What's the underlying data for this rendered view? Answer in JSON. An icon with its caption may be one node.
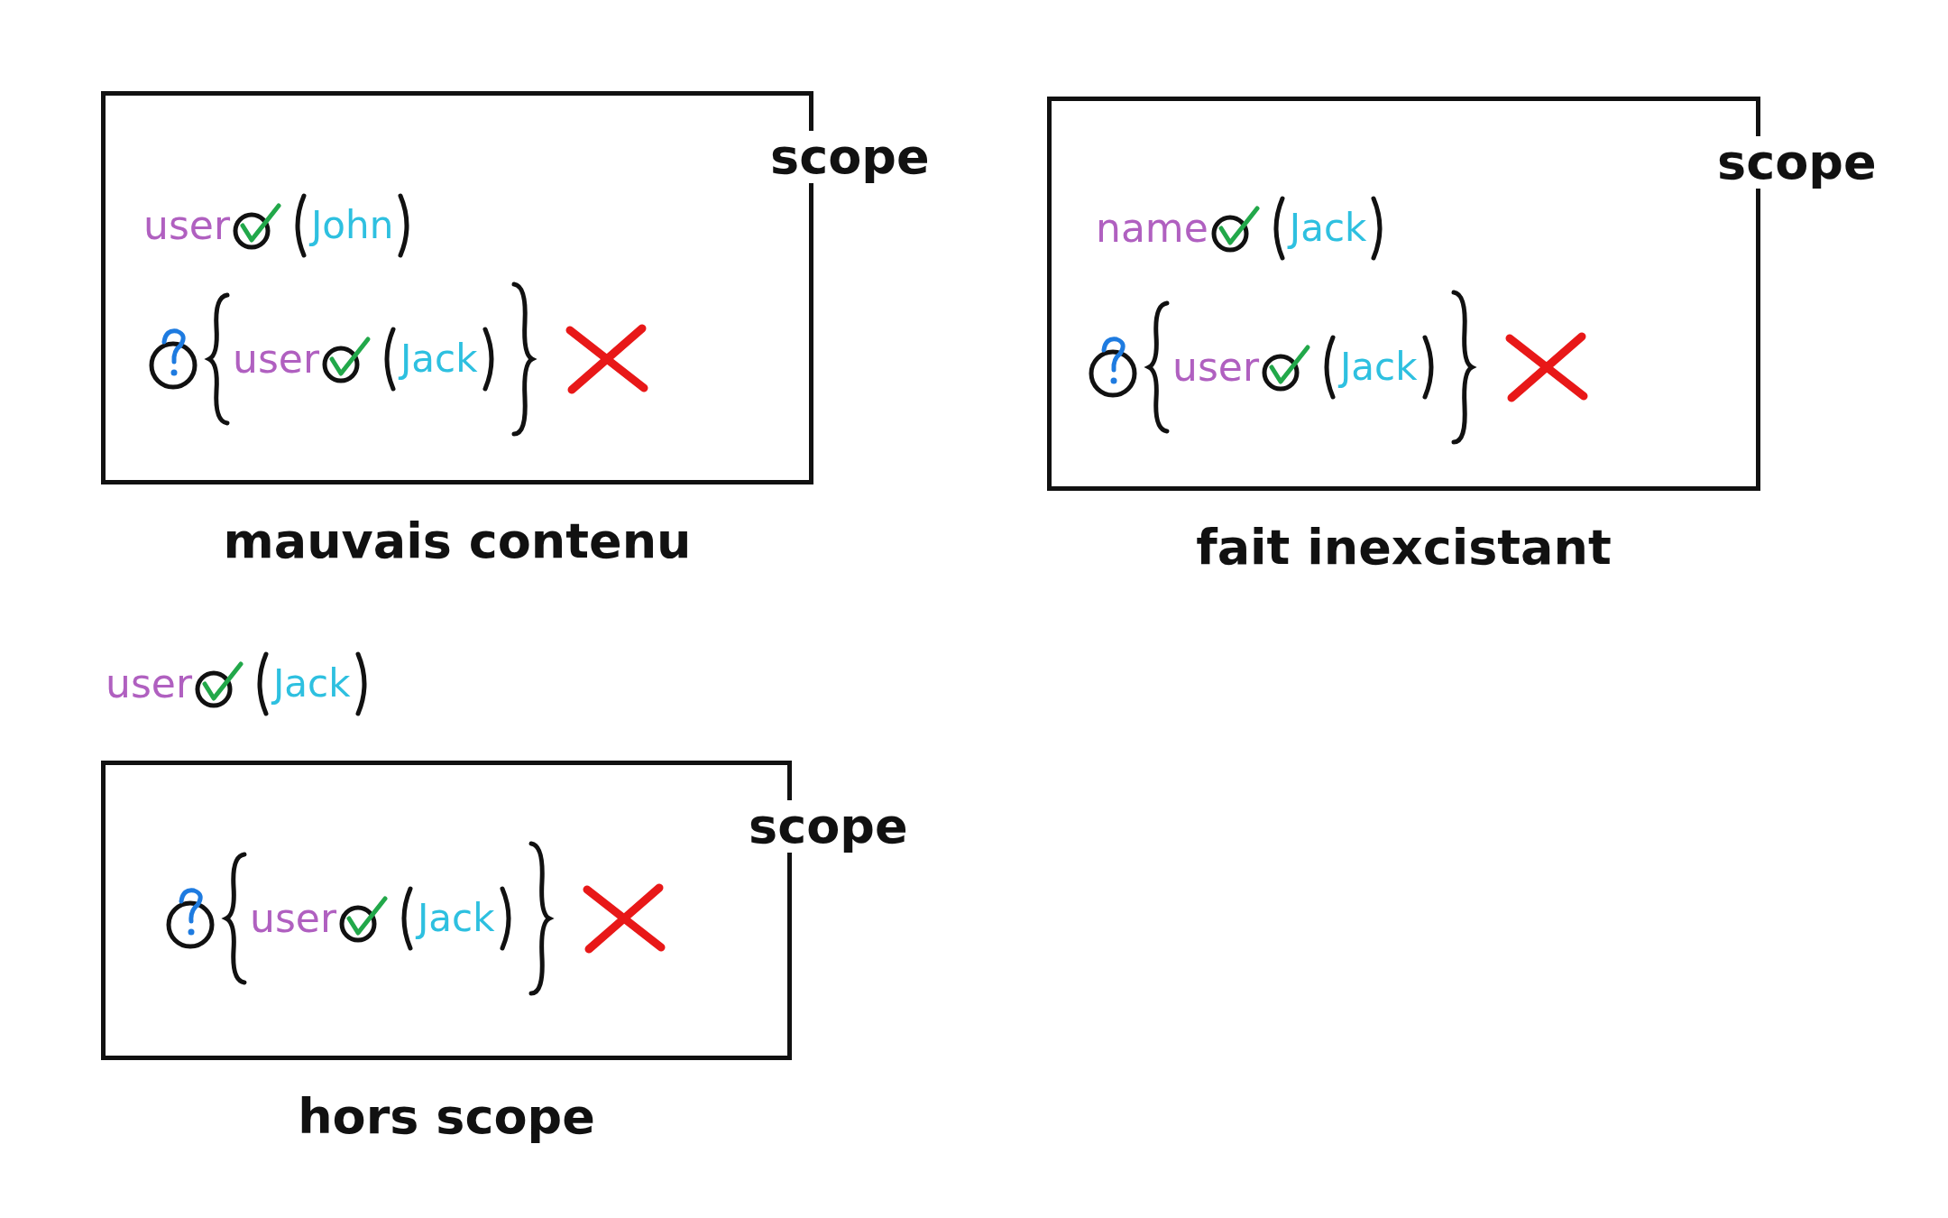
{
  "diagram": {
    "nodes": [
      {
        "text": [
          "scope"
        ],
        "beside": [
          "mauvais contenu"
        ]
      },
      {
        "text": [
          "scope"
        ],
        "beside": [
          "fait inexcistant"
        ]
      },
      {
        "text": [
          "scope"
        ],
        "beside": [
          "hors scope"
        ]
      }
    ],
    "edges": [],
    "labels": [
      "user",
      "John",
      "user",
      "Jack",
      "name",
      "Jack",
      "user",
      "Jack",
      "user",
      "Jack",
      "user",
      "Jack"
    ]
  }
}
